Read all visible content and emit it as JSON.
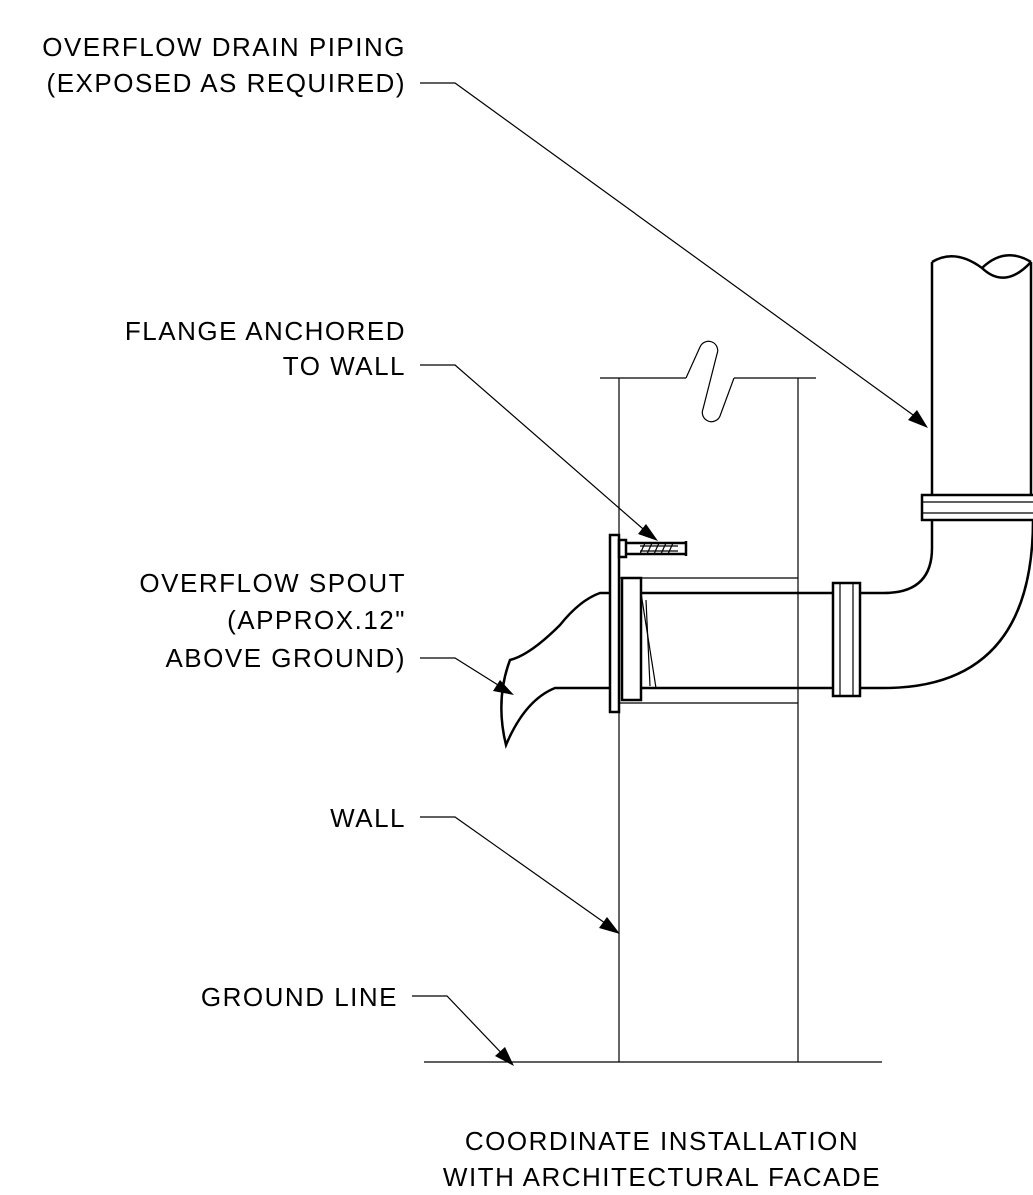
{
  "labels": {
    "drain_piping": [
      "OVERFLOW DRAIN PIPING",
      "(EXPOSED AS REQUIRED)"
    ],
    "flange": [
      "FLANGE ANCHORED",
      "TO WALL"
    ],
    "spout": [
      "OVERFLOW SPOUT",
      "(APPROX.12\"",
      "ABOVE GROUND)"
    ],
    "wall": [
      "WALL"
    ],
    "ground": [
      "GROUND LINE"
    ],
    "note": [
      "COORDINATE INSTALLATION",
      "WITH ARCHITECTURAL FACADE"
    ]
  },
  "colors": {
    "line": "#000000",
    "background": "#ffffff"
  }
}
